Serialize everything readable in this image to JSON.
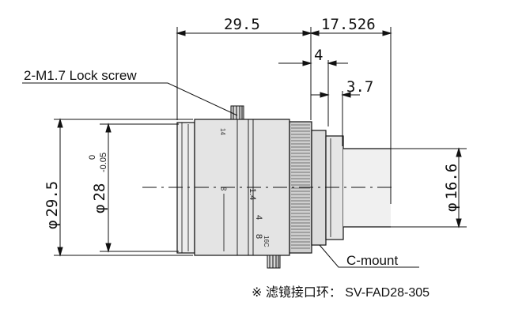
{
  "dimensions": {
    "overall_length": "29.5",
    "mount_length": "17.526",
    "thread_length": "4",
    "flange_offset": "3.7",
    "body_diameter_symbol": "φ",
    "body_diameter": "29.5",
    "front_diameter": "28",
    "front_tol_upper": "0",
    "front_tol_lower": "-0.05",
    "rear_diameter": "16.6"
  },
  "labels": {
    "lock_screw": "2-M1.7 Lock screw",
    "mount": "C-mount",
    "filter_note": "※ 滤镜接口环： SV-FAD28-305"
  },
  "lens_markings": {
    "focus_infinity": "∞",
    "aperture_14_top": "14",
    "aperture_14": "1.4",
    "aperture_4": "4",
    "aperture_8": "8",
    "aperture_16c": "16C"
  },
  "colors": {
    "line": "#111111",
    "body_fill": "#e8e8e8",
    "body_shade": "#d2d2d2"
  }
}
